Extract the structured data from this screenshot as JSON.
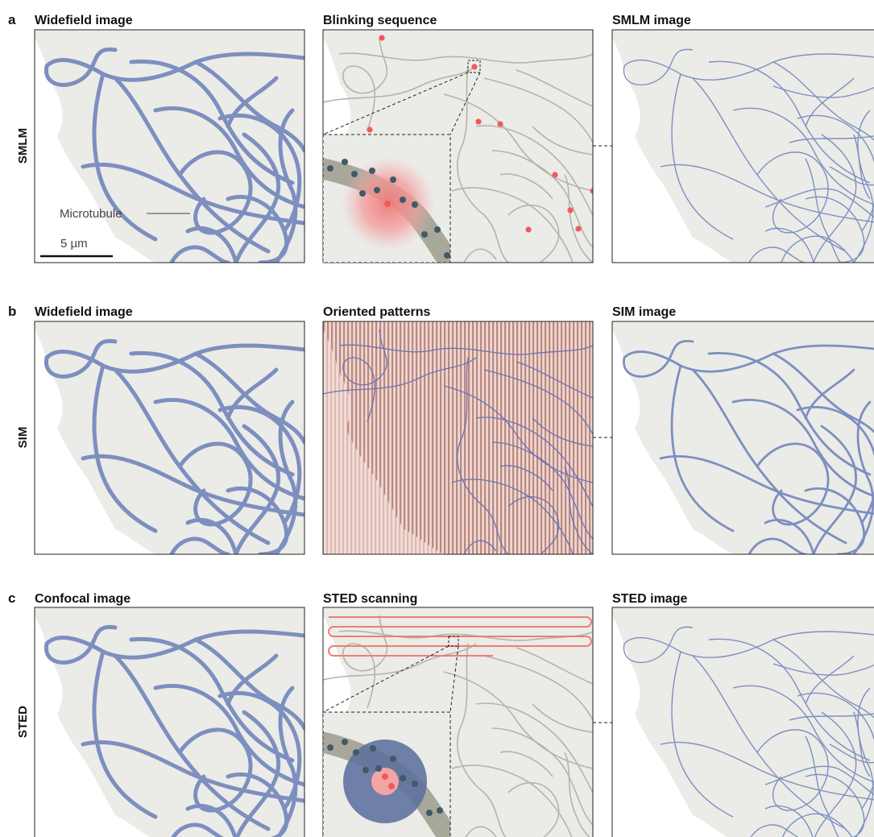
{
  "rows": [
    {
      "letter": "a",
      "label": "SMLM",
      "panels": [
        {
          "title": "Widefield image",
          "style": "widefield"
        },
        {
          "title": "Blinking sequence",
          "style": "blinking"
        },
        {
          "title": "SMLM image",
          "style": "superres"
        }
      ]
    },
    {
      "letter": "b",
      "label": "SIM",
      "panels": [
        {
          "title": "Widefield image",
          "style": "widefield"
        },
        {
          "title": "Oriented patterns",
          "style": "patterns"
        },
        {
          "title": "SIM image",
          "style": "sim"
        }
      ]
    },
    {
      "letter": "c",
      "label": "STED",
      "panels": [
        {
          "title": "Confocal image",
          "style": "widefield"
        },
        {
          "title": "STED scanning",
          "style": "scanning"
        },
        {
          "title": "STED image",
          "style": "superres"
        }
      ]
    }
  ],
  "annotations": {
    "microtubule_label": "Microtubule",
    "scale_bar_label": "5 µm"
  },
  "colors": {
    "cell_background": "#ebebe8",
    "microtubule_widefield": "#7d8fbf",
    "microtubule_sparse": "#b4b4aa",
    "active_fluorophore": "#ee5a5a",
    "inactive_fluorophore": "#3f5a68",
    "excitation_psf": "#f3a5a5",
    "depletion_donut": "#5c6f9e",
    "pattern_stripes": "#b88a80",
    "scan_path": "#ee7e72"
  }
}
